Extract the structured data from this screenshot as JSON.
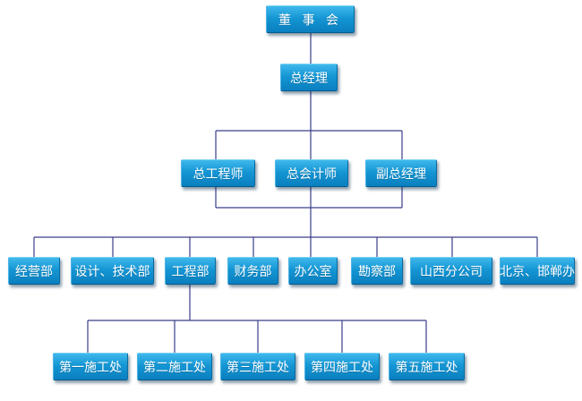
{
  "nodes": {
    "board": "董 事 会",
    "gm": "总经理",
    "chief_engineer": "总工程师",
    "chief_accountant": "总会计师",
    "deputy_gm": "副总经理",
    "business_dept": "经营部",
    "design_tech_dept": "设计、技术部",
    "engineering_dept": "工程部",
    "finance_dept": "财务部",
    "office": "办公室",
    "survey_dept": "勘察部",
    "shanxi_branch": "山西分公司",
    "beijing_handan_office": "北京、邯郸办",
    "site_1": "第一施工处",
    "site_2": "第二施工处",
    "site_3": "第三施工处",
    "site_4": "第四施工处",
    "site_5": "第五施工处"
  },
  "colors": {
    "node_fill": "#1596d4",
    "connector": "#3a3f8a"
  }
}
